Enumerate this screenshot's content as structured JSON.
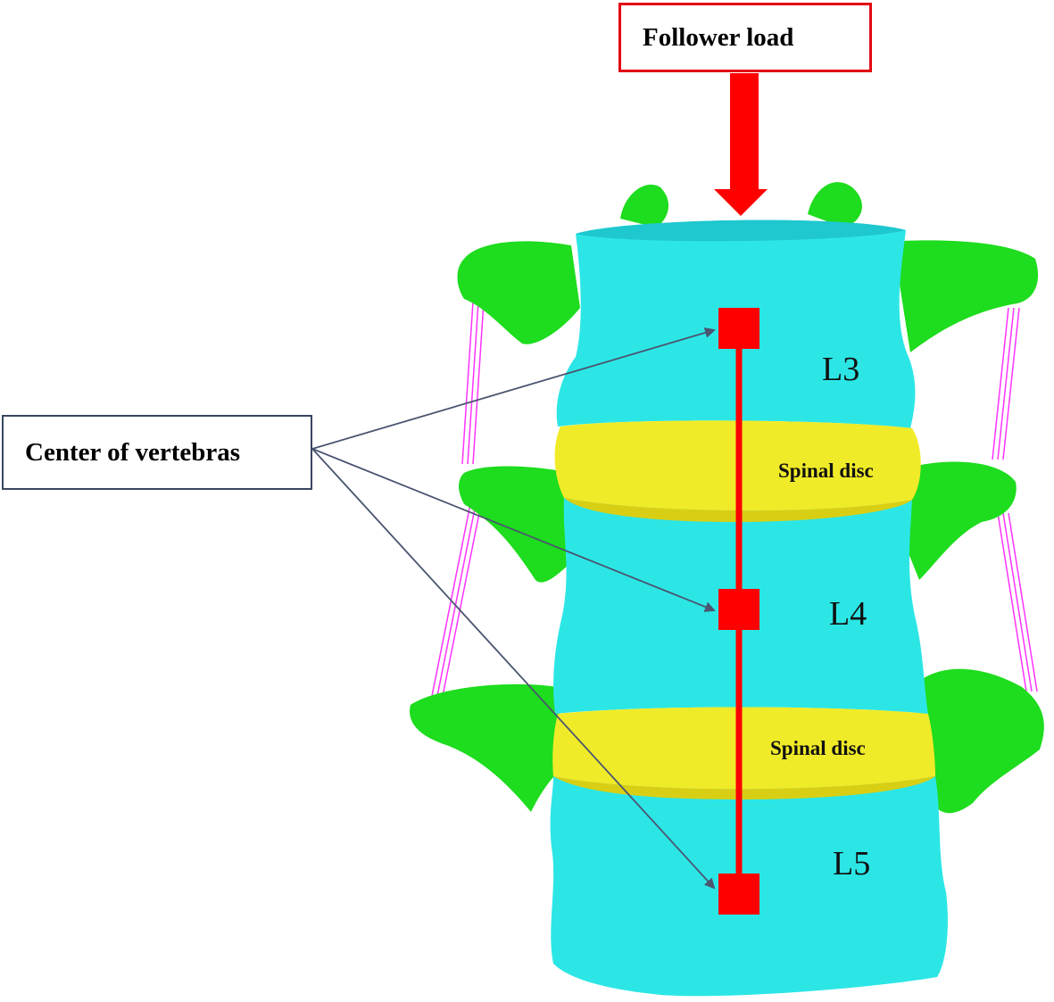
{
  "labels": {
    "follower_load": "Follower load",
    "center_of_vertebras": "Center of vertebras",
    "l3": "L3",
    "l4": "L4",
    "l5": "L5",
    "disc_upper": "Spinal disc",
    "disc_lower": "Spinal disc"
  },
  "colors": {
    "vertebra_body": "#2ce6e6",
    "vertebra_shade": "#1fc7cf",
    "process": "#1edc1e",
    "process_shade": "#13b313",
    "disc": "#f0eb28",
    "disc_shade": "#d8cf14",
    "load_arrow": "#ff0000",
    "center_marker": "#ff0000",
    "ligament": "#ff33ff",
    "callout_arrow": "#4a5570"
  }
}
